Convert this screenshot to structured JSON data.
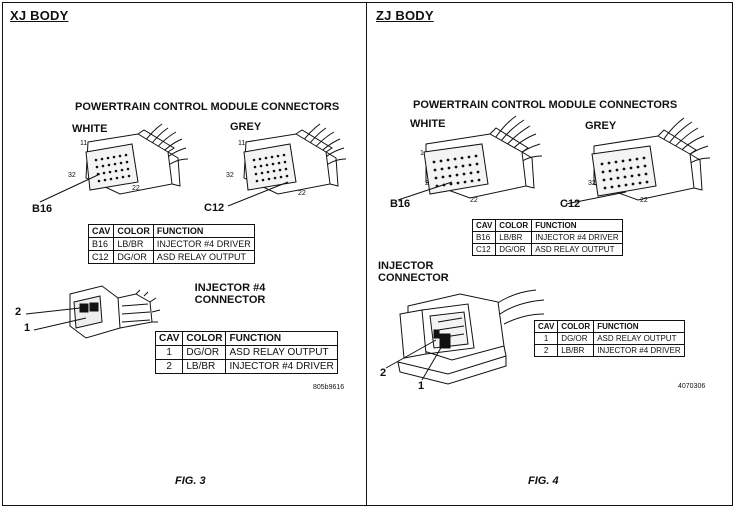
{
  "left": {
    "title": "XJ BODY",
    "module_heading": "POWERTRAIN CONTROL MODULE CONNECTORS",
    "white_label": "WHITE",
    "grey_label": "GREY",
    "white_pin_label": "B16",
    "grey_pin_label": "C12",
    "white_small": [
      "11",
      "32",
      "22"
    ],
    "grey_small": [
      "11",
      "32",
      "22"
    ],
    "pcm_table": {
      "headers": [
        "CAV",
        "COLOR",
        "FUNCTION"
      ],
      "rows": [
        [
          "B16",
          "LB/BR",
          "INJECTOR #4 DRIVER"
        ],
        [
          "C12",
          "DG/OR",
          "ASD RELAY OUTPUT"
        ]
      ]
    },
    "injector_heading": [
      "INJECTOR #4",
      "CONNECTOR"
    ],
    "pin_2": "2",
    "pin_1": "1",
    "inj_table": {
      "headers": [
        "CAV",
        "COLOR",
        "FUNCTION"
      ],
      "rows": [
        [
          "1",
          "DG/OR",
          "ASD RELAY OUTPUT"
        ],
        [
          "2",
          "LB/BR",
          "INJECTOR #4 DRIVER"
        ]
      ]
    },
    "part_code": "805b9616",
    "fig": "FIG. 3"
  },
  "right": {
    "title": "ZJ BODY",
    "module_heading": "POWERTRAIN CONTROL MODULE CONNECTORS",
    "white_label": "WHITE",
    "grey_label": "GREY",
    "white_pin_label": "B16",
    "grey_pin_label": "C12",
    "white_small": [
      "1",
      "2",
      "22"
    ],
    "grey_small": [
      "32",
      "22"
    ],
    "pcm_table": {
      "headers": [
        "CAV",
        "COLOR",
        "FUNCTION"
      ],
      "rows": [
        [
          "B16",
          "LB/BR",
          "INJECTOR #4 DRIVER"
        ],
        [
          "C12",
          "DG/OR",
          "ASD RELAY OUTPUT"
        ]
      ]
    },
    "injector_heading": [
      "INJECTOR",
      "CONNECTOR"
    ],
    "pin_2": "2",
    "pin_1": "1",
    "inj_table": {
      "headers": [
        "CAV",
        "COLOR",
        "FUNCTION"
      ],
      "rows": [
        [
          "1",
          "DG/OR",
          "ASD RELAY OUTPUT"
        ],
        [
          "2",
          "LB/BR",
          "INJECTOR #4 DRIVER"
        ]
      ]
    },
    "part_code": "4070306",
    "fig": "FIG. 4"
  }
}
